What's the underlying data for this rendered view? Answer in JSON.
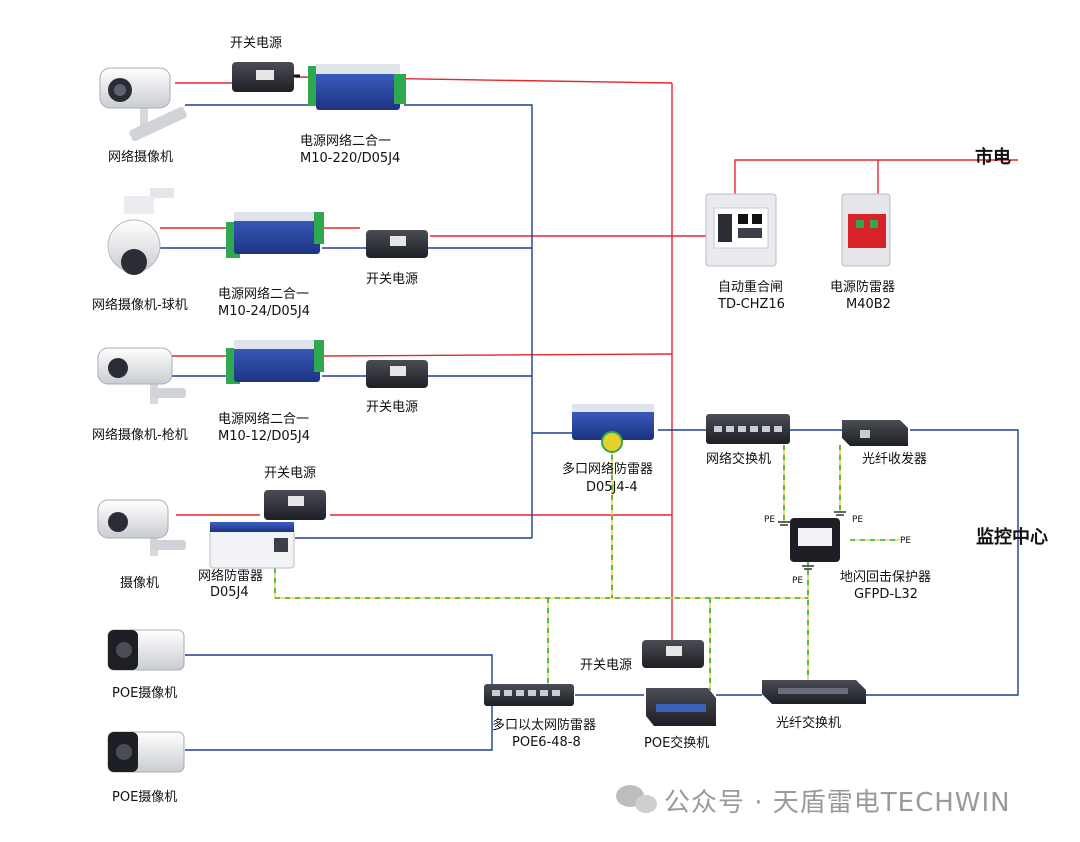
{
  "colors": {
    "power_line": "#e8262b",
    "network_line": "#1f3f8f",
    "ground_line_a": "#f5d34a",
    "ground_line_b": "#2bb24c",
    "device_blue": "#233f9a",
    "device_green": "#2fa84f",
    "spd_red": "#d6232a"
  },
  "labels": {
    "mains": "市电",
    "monitoring_center": "监控中心",
    "switching_power": "开关电源",
    "camera_1": "网络摄像机",
    "combo_1": {
      "name": "电源网络二合一",
      "model": "M10-220/D05J4"
    },
    "camera_dome": "网络摄像机-球机",
    "combo_2": {
      "name": "电源网络二合一",
      "model": "M10-24/D05J4"
    },
    "camera_bullet": "网络摄像机-枪机",
    "combo_3": {
      "name": "电源网络二合一",
      "model": "M10-12/D05J4"
    },
    "camera_4": "摄像机",
    "net_spd": {
      "name": "网络防雷器",
      "model": "D05J4"
    },
    "recloser": {
      "name": "自动重合闸",
      "model": "TD-CHZ16"
    },
    "power_spd": {
      "name": "电源防雷器",
      "model": "M40B2"
    },
    "multi_net_spd": {
      "name": "多口网络防雷器",
      "model": "D05J4-4"
    },
    "net_switch": "网络交换机",
    "fiber_transceiver": "光纤收发器",
    "ground_protector": {
      "name": "地闪回击保护器",
      "model": "GFPD-L32"
    },
    "poe_camera": "POE摄像机",
    "poe_spd": {
      "name": "多口以太网防雷器",
      "model": "POE6-48-8"
    },
    "poe_switch": "POE交换机",
    "fiber_switch": "光纤交换机",
    "pe": "PE"
  },
  "watermark": "公众号 · 天盾雷电TECHWIN"
}
